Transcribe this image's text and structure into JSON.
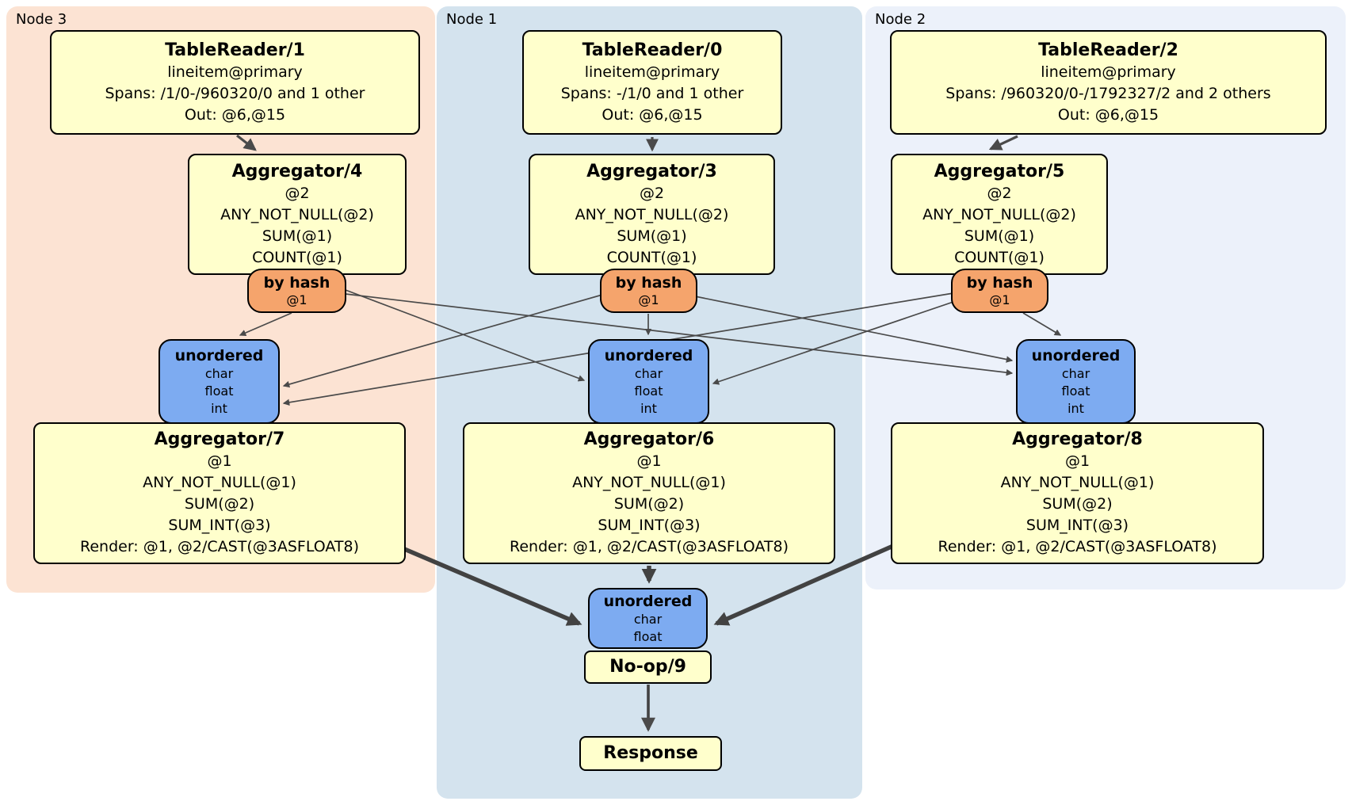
{
  "regions": {
    "node3": {
      "label": "Node 3",
      "bg": "#fce3d3"
    },
    "node1": {
      "label": "Node 1",
      "bg": "#d4e3ee"
    },
    "node2": {
      "label": "Node 2",
      "bg": "#ecf1fa"
    }
  },
  "boxes": {
    "tr1": {
      "title": "TableReader/1",
      "index": "lineitem@primary",
      "spans": "Spans: /1/0-/960320/0 and 1 other",
      "out": "Out: @6,@15"
    },
    "tr0": {
      "title": "TableReader/0",
      "index": "lineitem@primary",
      "spans": "Spans: -/1/0 and 1 other",
      "out": "Out: @6,@15"
    },
    "tr2": {
      "title": "TableReader/2",
      "index": "lineitem@primary",
      "spans": "Spans: /960320/0-/1792327/2 and 2 others",
      "out": "Out: @6,@15"
    },
    "agg4": {
      "title": "Aggregator/4",
      "group": "@2",
      "lines": [
        "ANY_NOT_NULL(@2)",
        "SUM(@1)",
        "COUNT(@1)"
      ]
    },
    "agg3": {
      "title": "Aggregator/3",
      "group": "@2",
      "lines": [
        "ANY_NOT_NULL(@2)",
        "SUM(@1)",
        "COUNT(@1)"
      ]
    },
    "agg5": {
      "title": "Aggregator/5",
      "group": "@2",
      "lines": [
        "ANY_NOT_NULL(@2)",
        "SUM(@1)",
        "COUNT(@1)"
      ]
    },
    "agg7": {
      "title": "Aggregator/7",
      "group": "@1",
      "lines": [
        "ANY_NOT_NULL(@1)",
        "SUM(@2)",
        "SUM_INT(@3)",
        "Render: @1, @2/CAST(@3ASFLOAT8)"
      ]
    },
    "agg6": {
      "title": "Aggregator/6",
      "group": "@1",
      "lines": [
        "ANY_NOT_NULL(@1)",
        "SUM(@2)",
        "SUM_INT(@3)",
        "Render: @1, @2/CAST(@3ASFLOAT8)"
      ]
    },
    "agg8": {
      "title": "Aggregator/8",
      "group": "@1",
      "lines": [
        "ANY_NOT_NULL(@1)",
        "SUM(@2)",
        "SUM_INT(@3)",
        "Render: @1, @2/CAST(@3ASFLOAT8)"
      ]
    },
    "noop": {
      "title": "No-op/9"
    },
    "response": {
      "title": "Response"
    }
  },
  "router": {
    "title": "by hash",
    "key": "@1"
  },
  "sync_full": {
    "title": "unordered",
    "types": [
      "char",
      "float",
      "int"
    ]
  },
  "sync_final": {
    "title": "unordered",
    "types": [
      "char",
      "float"
    ]
  },
  "colors": {
    "processor_fill": "#ffffcc",
    "router_fill": "#f5a46c",
    "sync_fill": "#7dabf1",
    "node3_bg": "#fce3d3",
    "node1_bg": "#d4e3ee",
    "node2_bg": "#ecf1fa",
    "edge": "#4a4a4a",
    "border": "#000000"
  }
}
